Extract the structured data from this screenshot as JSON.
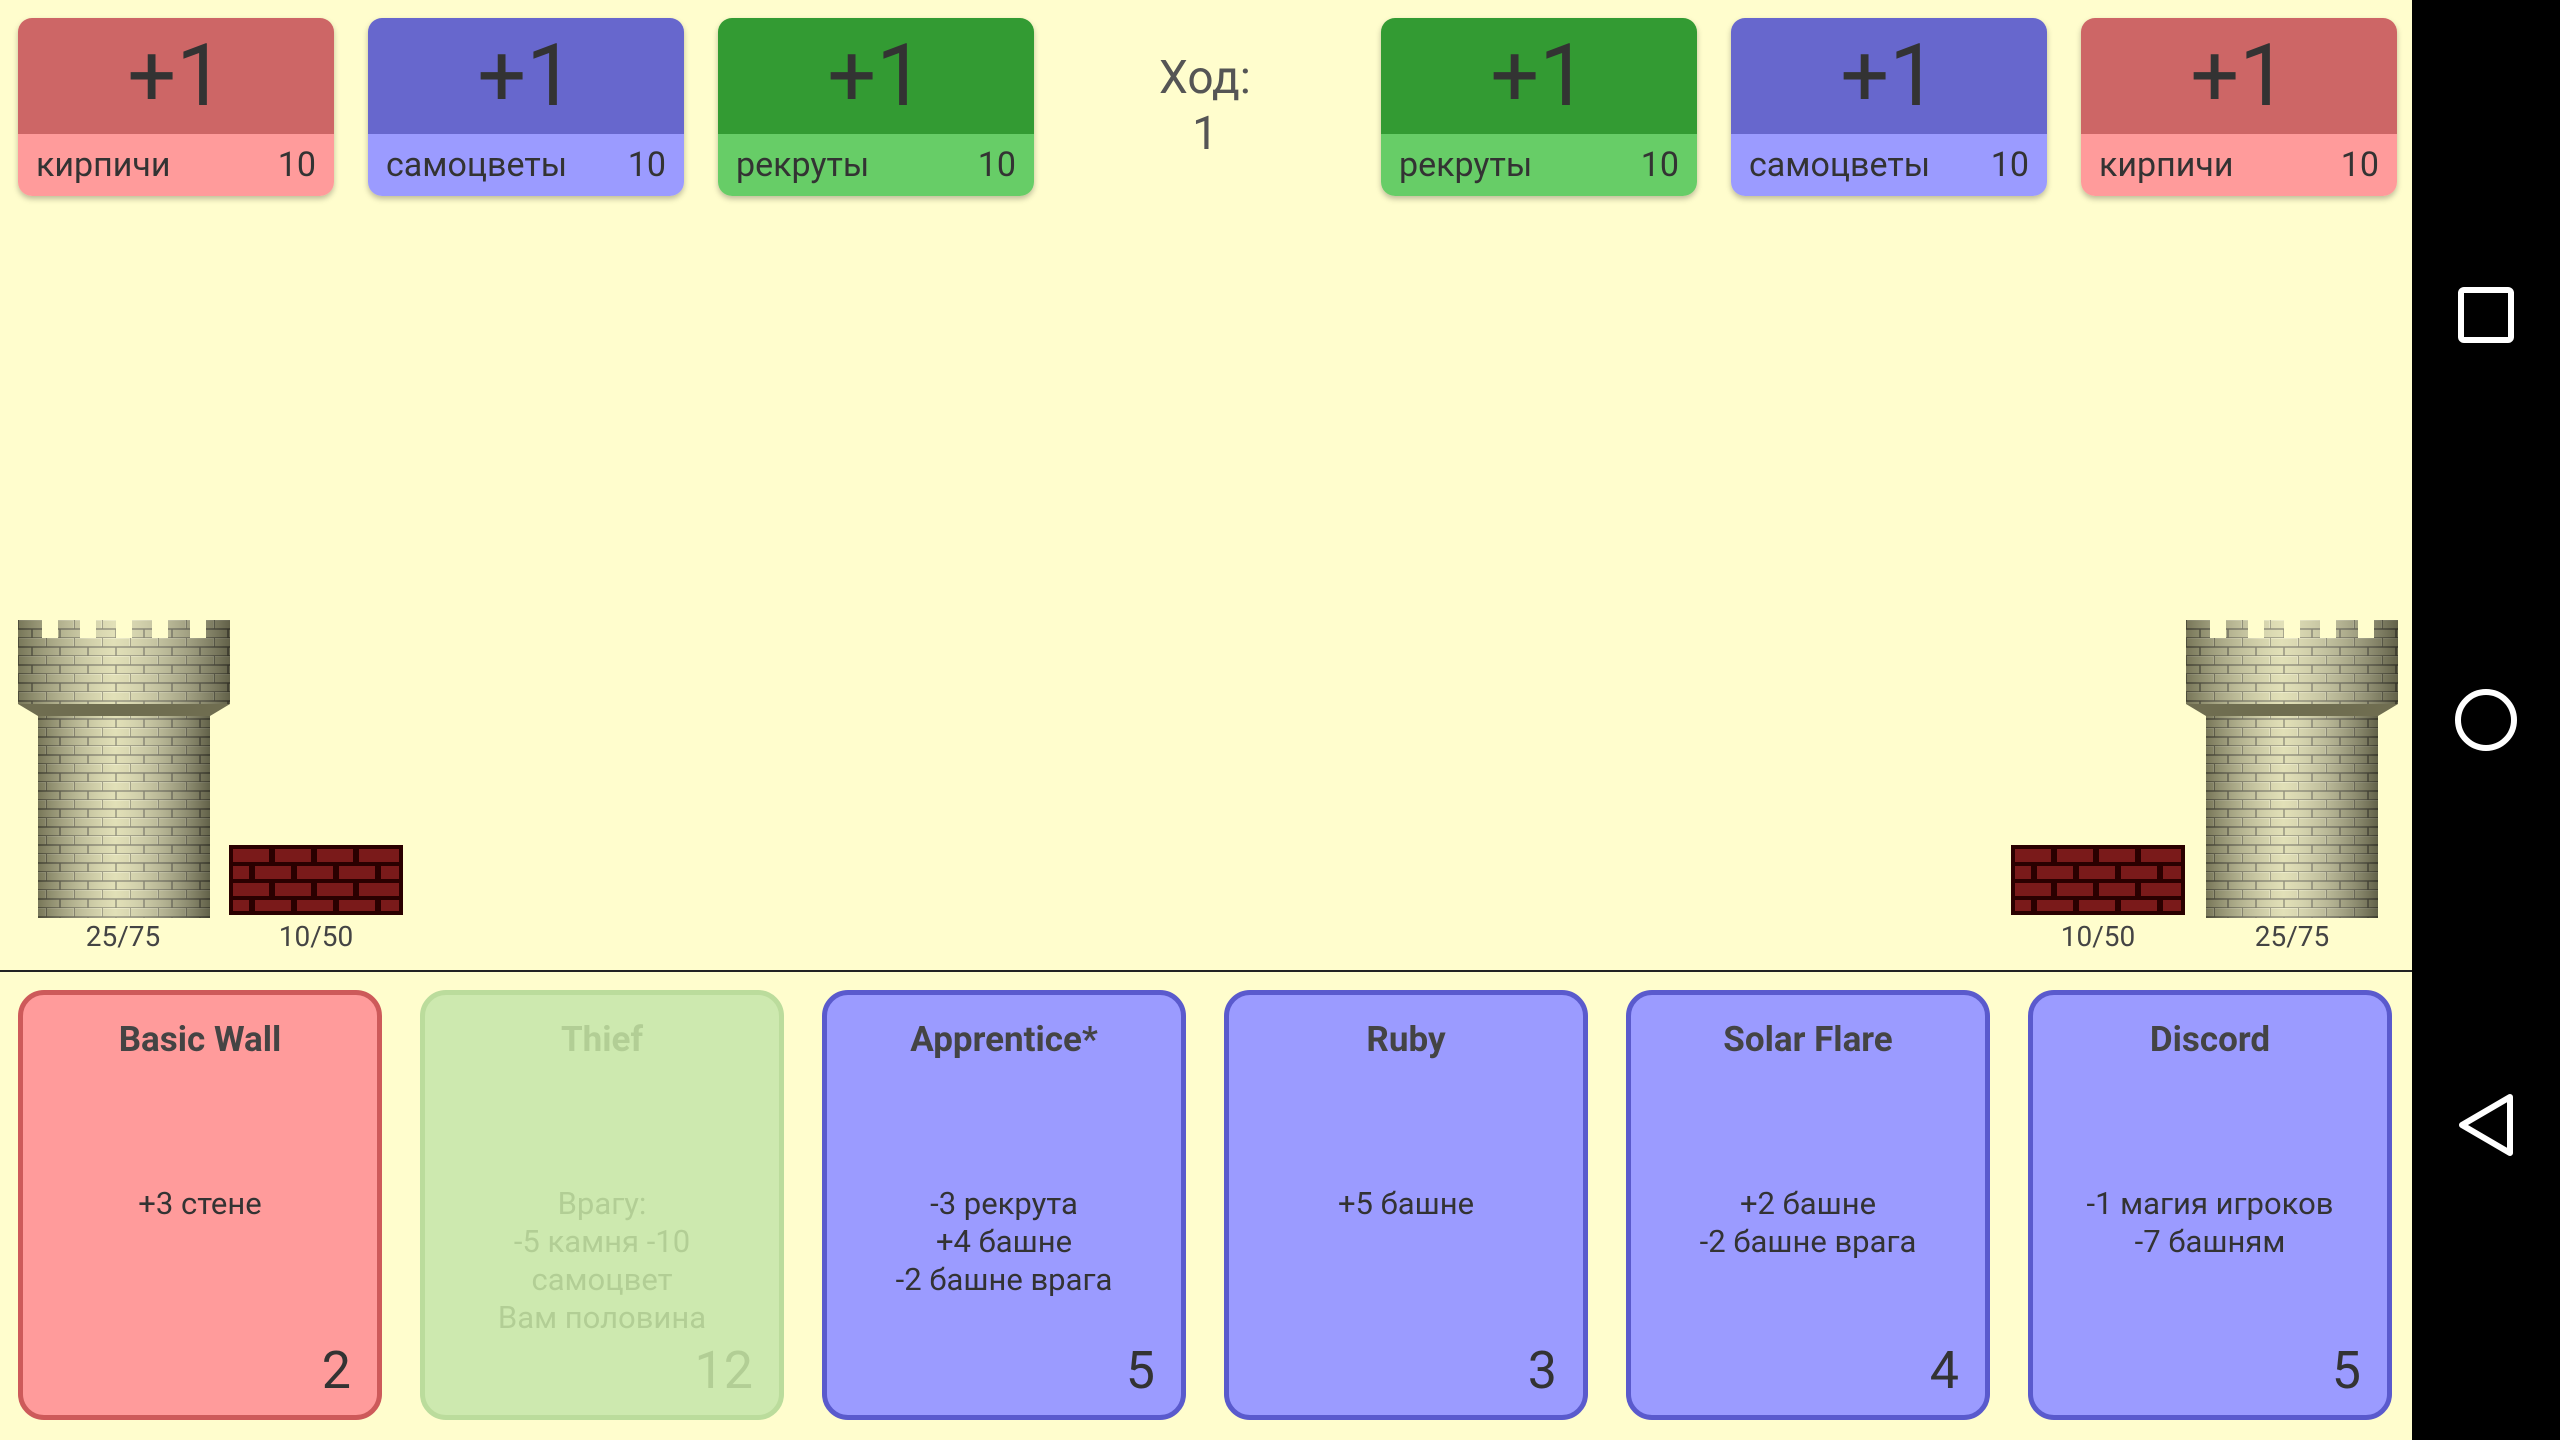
{
  "resources_left": [
    {
      "kind": "brick",
      "delta": "+1",
      "label": "кирпичи",
      "amount": "10"
    },
    {
      "kind": "gem",
      "delta": "+1",
      "label": "самоцветы",
      "amount": "10"
    },
    {
      "kind": "recruit",
      "delta": "+1",
      "label": "рекруты",
      "amount": "10"
    }
  ],
  "resources_right": [
    {
      "kind": "recruit",
      "delta": "+1",
      "label": "рекруты",
      "amount": "10"
    },
    {
      "kind": "gem",
      "delta": "+1",
      "label": "самоцветы",
      "amount": "10"
    },
    {
      "kind": "brick",
      "delta": "+1",
      "label": "кирпичи",
      "amount": "10"
    }
  ],
  "turn": {
    "label": "Ход:",
    "value": "1"
  },
  "player_left": {
    "tower": "25/75",
    "wall": "10/50"
  },
  "player_right": {
    "tower": "25/75",
    "wall": "10/50"
  },
  "cards": [
    {
      "name": "Basic Wall",
      "desc": "+3 стене",
      "cost": "2",
      "color": "red"
    },
    {
      "name": "Thief",
      "desc": "Врагу:\n-5 камня -10\nсамоцвет\nВам половина",
      "cost": "12",
      "color": "green"
    },
    {
      "name": "Apprentice*",
      "desc": "-3 рекрута\n+4 башне\n-2 башне врага",
      "cost": "5",
      "color": "blue"
    },
    {
      "name": "Ruby",
      "desc": "+5 башне",
      "cost": "3",
      "color": "blue"
    },
    {
      "name": "Solar Flare",
      "desc": "+2 башне\n-2 башне врага",
      "cost": "4",
      "color": "blue"
    },
    {
      "name": "Discord",
      "desc": "-1 магия игроков\n-7 башням",
      "cost": "5",
      "color": "blue"
    }
  ],
  "navbar": {
    "icons": [
      "recents-square-icon",
      "home-circle-icon",
      "back-triangle-icon"
    ]
  },
  "colors": {
    "background": "#FFFDCD",
    "brick": "#CD6666",
    "gem": "#6767CD",
    "recruit": "#339B33"
  }
}
